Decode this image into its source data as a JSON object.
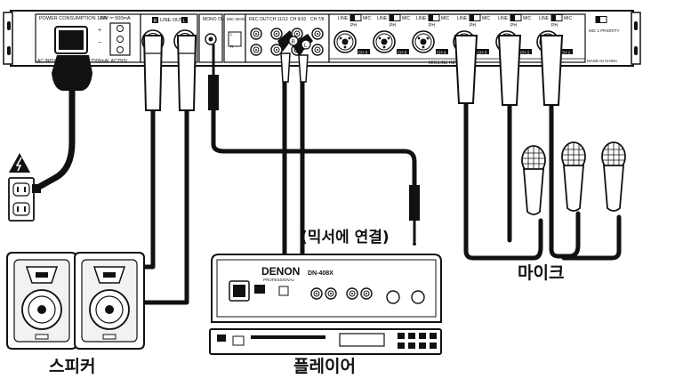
{
  "mixer": {
    "power_consumption": "POWER CONSUMPTION 18W",
    "dc_rating": "24V ⎓ 500mA",
    "ac_input": "AC INPUT",
    "fuse": "FUSE: T500mAL AC250V",
    "line_out": "LINE OUT",
    "line_out_r": "R",
    "line_out_l": "L",
    "mono_out": "MONO OUT",
    "mic_monitor": "MIC MONITOR",
    "rec_out": "REC OUT",
    "ch_11_12": "CH 11/12",
    "ch_9_10": "CH 9/10",
    "ch_7_8": "CH 7/8",
    "line": "LINE",
    "mic": "MIC",
    "ph": "PH",
    "ch5": "CH 5",
    "ch6": "CH 6",
    "ch4": "CH 4",
    "ch3": "CH 3",
    "ch2": "CH 2",
    "ch1": "CH 1",
    "mic_line_input": "MIC/LINE INPUT",
    "mic1_priority": "MIC 1 PRIORITY",
    "made_in": "MADE IN CHINA",
    "plus": "+",
    "minus": "−"
  },
  "player": {
    "brand": "DENON",
    "sub_brand": "PROFESSIONAL",
    "model": "DN-408X"
  },
  "labels": {
    "mixer_connect": "(믹서에 연결)",
    "mic": "마이크",
    "speaker": "스피커",
    "player": "플레이어"
  },
  "colors": {
    "line": "#111111",
    "panel": "#ffffff",
    "cable": "#111111",
    "device_fill": "#f2f2f2",
    "speaker_fill": "#e8e8e8"
  },
  "icons": [
    "warning-triangle-icon",
    "power-outlet-icon"
  ]
}
